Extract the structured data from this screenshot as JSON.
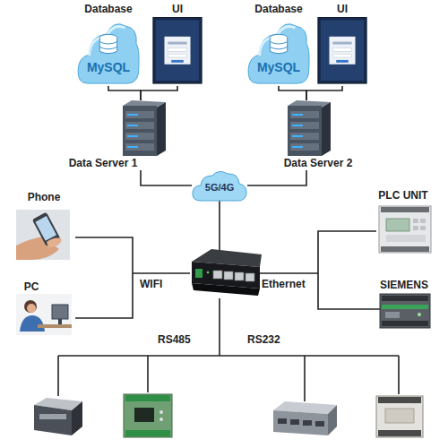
{
  "diagram": {
    "nodes": [
      {
        "text": [
          "Database",
          "MySQL"
        ]
      },
      {
        "text": [
          "UI"
        ]
      },
      {
        "text": [
          "Database",
          "MySQL"
        ]
      },
      {
        "text": [
          "UI"
        ]
      },
      {
        "text": [
          "Data Server 1"
        ]
      },
      {
        "text": [
          "5G/4G"
        ]
      },
      {
        "text": [
          "Data Server 2"
        ]
      },
      {
        "text": [
          "Phone"
        ]
      },
      {
        "text": [
          "PLC UNIT"
        ]
      },
      {
        "text": [
          "PC"
        ]
      },
      {
        "text": [
          "SIEMENS"
        ]
      }
    ],
    "edges": [
      {
        "from": 0,
        "to": 4,
        "arrow": "none"
      },
      {
        "from": 1,
        "to": 4,
        "arrow": "none"
      },
      {
        "from": 2,
        "to": 6,
        "arrow": "none"
      },
      {
        "from": 3,
        "to": 6,
        "arrow": "none"
      },
      {
        "from": 4,
        "to": 5,
        "arrow": "none"
      },
      {
        "from": 6,
        "to": 5,
        "arrow": "none"
      }
    ],
    "labels": [
      "WIFI",
      "Ethernet",
      "RS485",
      "RS232"
    ]
  }
}
